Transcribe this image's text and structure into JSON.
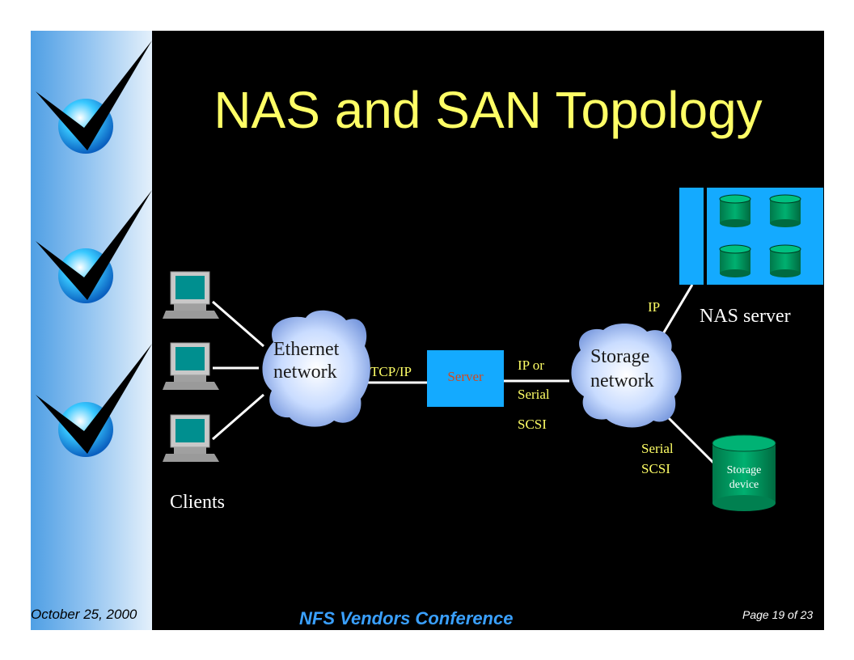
{
  "slide": {
    "title": "NAS and SAN Topology",
    "footer": {
      "date": "October 25, 2000",
      "conference": "NFS Vendors Conference",
      "page": "Page 19 of 23"
    }
  },
  "diagram": {
    "clients_label": "Clients",
    "ethernet_cloud": {
      "line1": "Ethernet",
      "line2": "network"
    },
    "storage_cloud": {
      "line1": "Storage",
      "line2": "network"
    },
    "server_label": "Server",
    "nas_server_label": "NAS server",
    "storage_device": {
      "line1": "Storage",
      "line2": "device"
    },
    "link_labels": {
      "tcp_ip": "TCP/IP",
      "ip_or": "IP or",
      "serial_1": "Serial",
      "scsi_1": "SCSI",
      "ip": "IP",
      "serial_2": "Serial",
      "scsi_2": "SCSI"
    },
    "colors": {
      "title": "#ffff66",
      "link_label": "#ffff66",
      "server_box": "#14aaff",
      "server_text": "#d04a20",
      "nas_box": "#14aaff",
      "disk": "#00a064"
    }
  },
  "icons": [
    "checkmark-icon",
    "computer-icon",
    "cloud-icon",
    "disk-icon"
  ]
}
